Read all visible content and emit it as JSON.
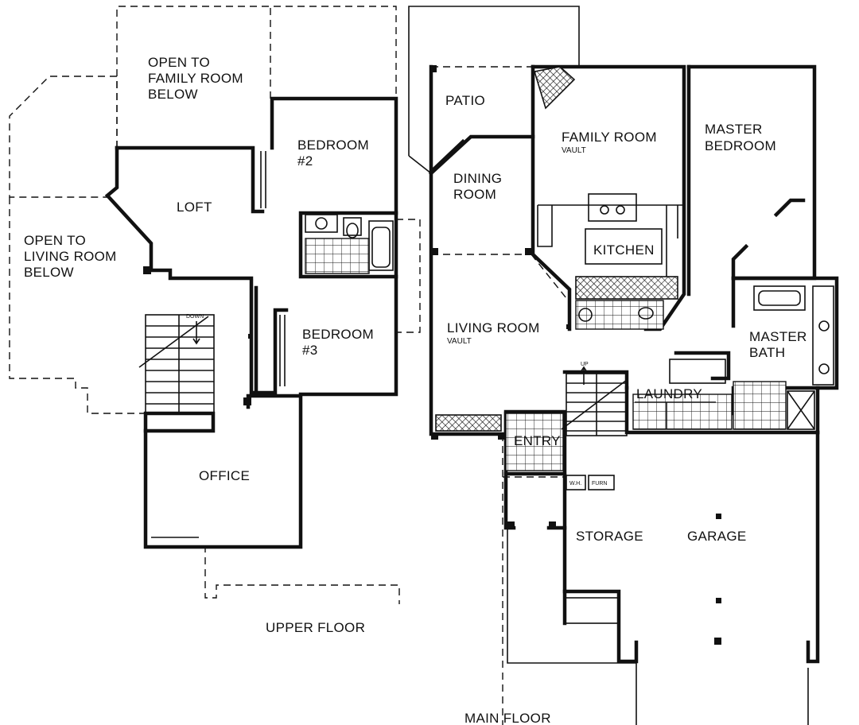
{
  "upper_floor": {
    "title": "UPPER FLOOR",
    "rooms": {
      "open_family": [
        "OPEN TO",
        "FAMILY ROOM",
        "BELOW"
      ],
      "bedroom2": [
        "BEDROOM",
        "#2"
      ],
      "loft": "LOFT",
      "open_living": [
        "OPEN TO",
        "LIVING ROOM",
        "BELOW"
      ],
      "bedroom3": [
        "BEDROOM",
        "#3"
      ],
      "office": "OFFICE"
    },
    "stair_label": "DOWN"
  },
  "main_floor": {
    "title": "MAIN FLOOR",
    "rooms": {
      "patio": "PATIO",
      "family_room": "FAMILY ROOM",
      "family_note": "VAULT",
      "master_bedroom": [
        "MASTER",
        "BEDROOM"
      ],
      "dining_room": [
        "DINING",
        "ROOM"
      ],
      "kitchen": "KITCHEN",
      "living_room": "LIVING ROOM",
      "living_note": "VAULT",
      "master_bath": [
        "MASTER",
        "BATH"
      ],
      "laundry": "LAUNDRY",
      "entry": "ENTRY",
      "storage": "STORAGE",
      "garage": "GARAGE"
    },
    "stair_label": "UP",
    "equipment": {
      "water_heater": "W.H.",
      "furnace": "FURN"
    }
  }
}
